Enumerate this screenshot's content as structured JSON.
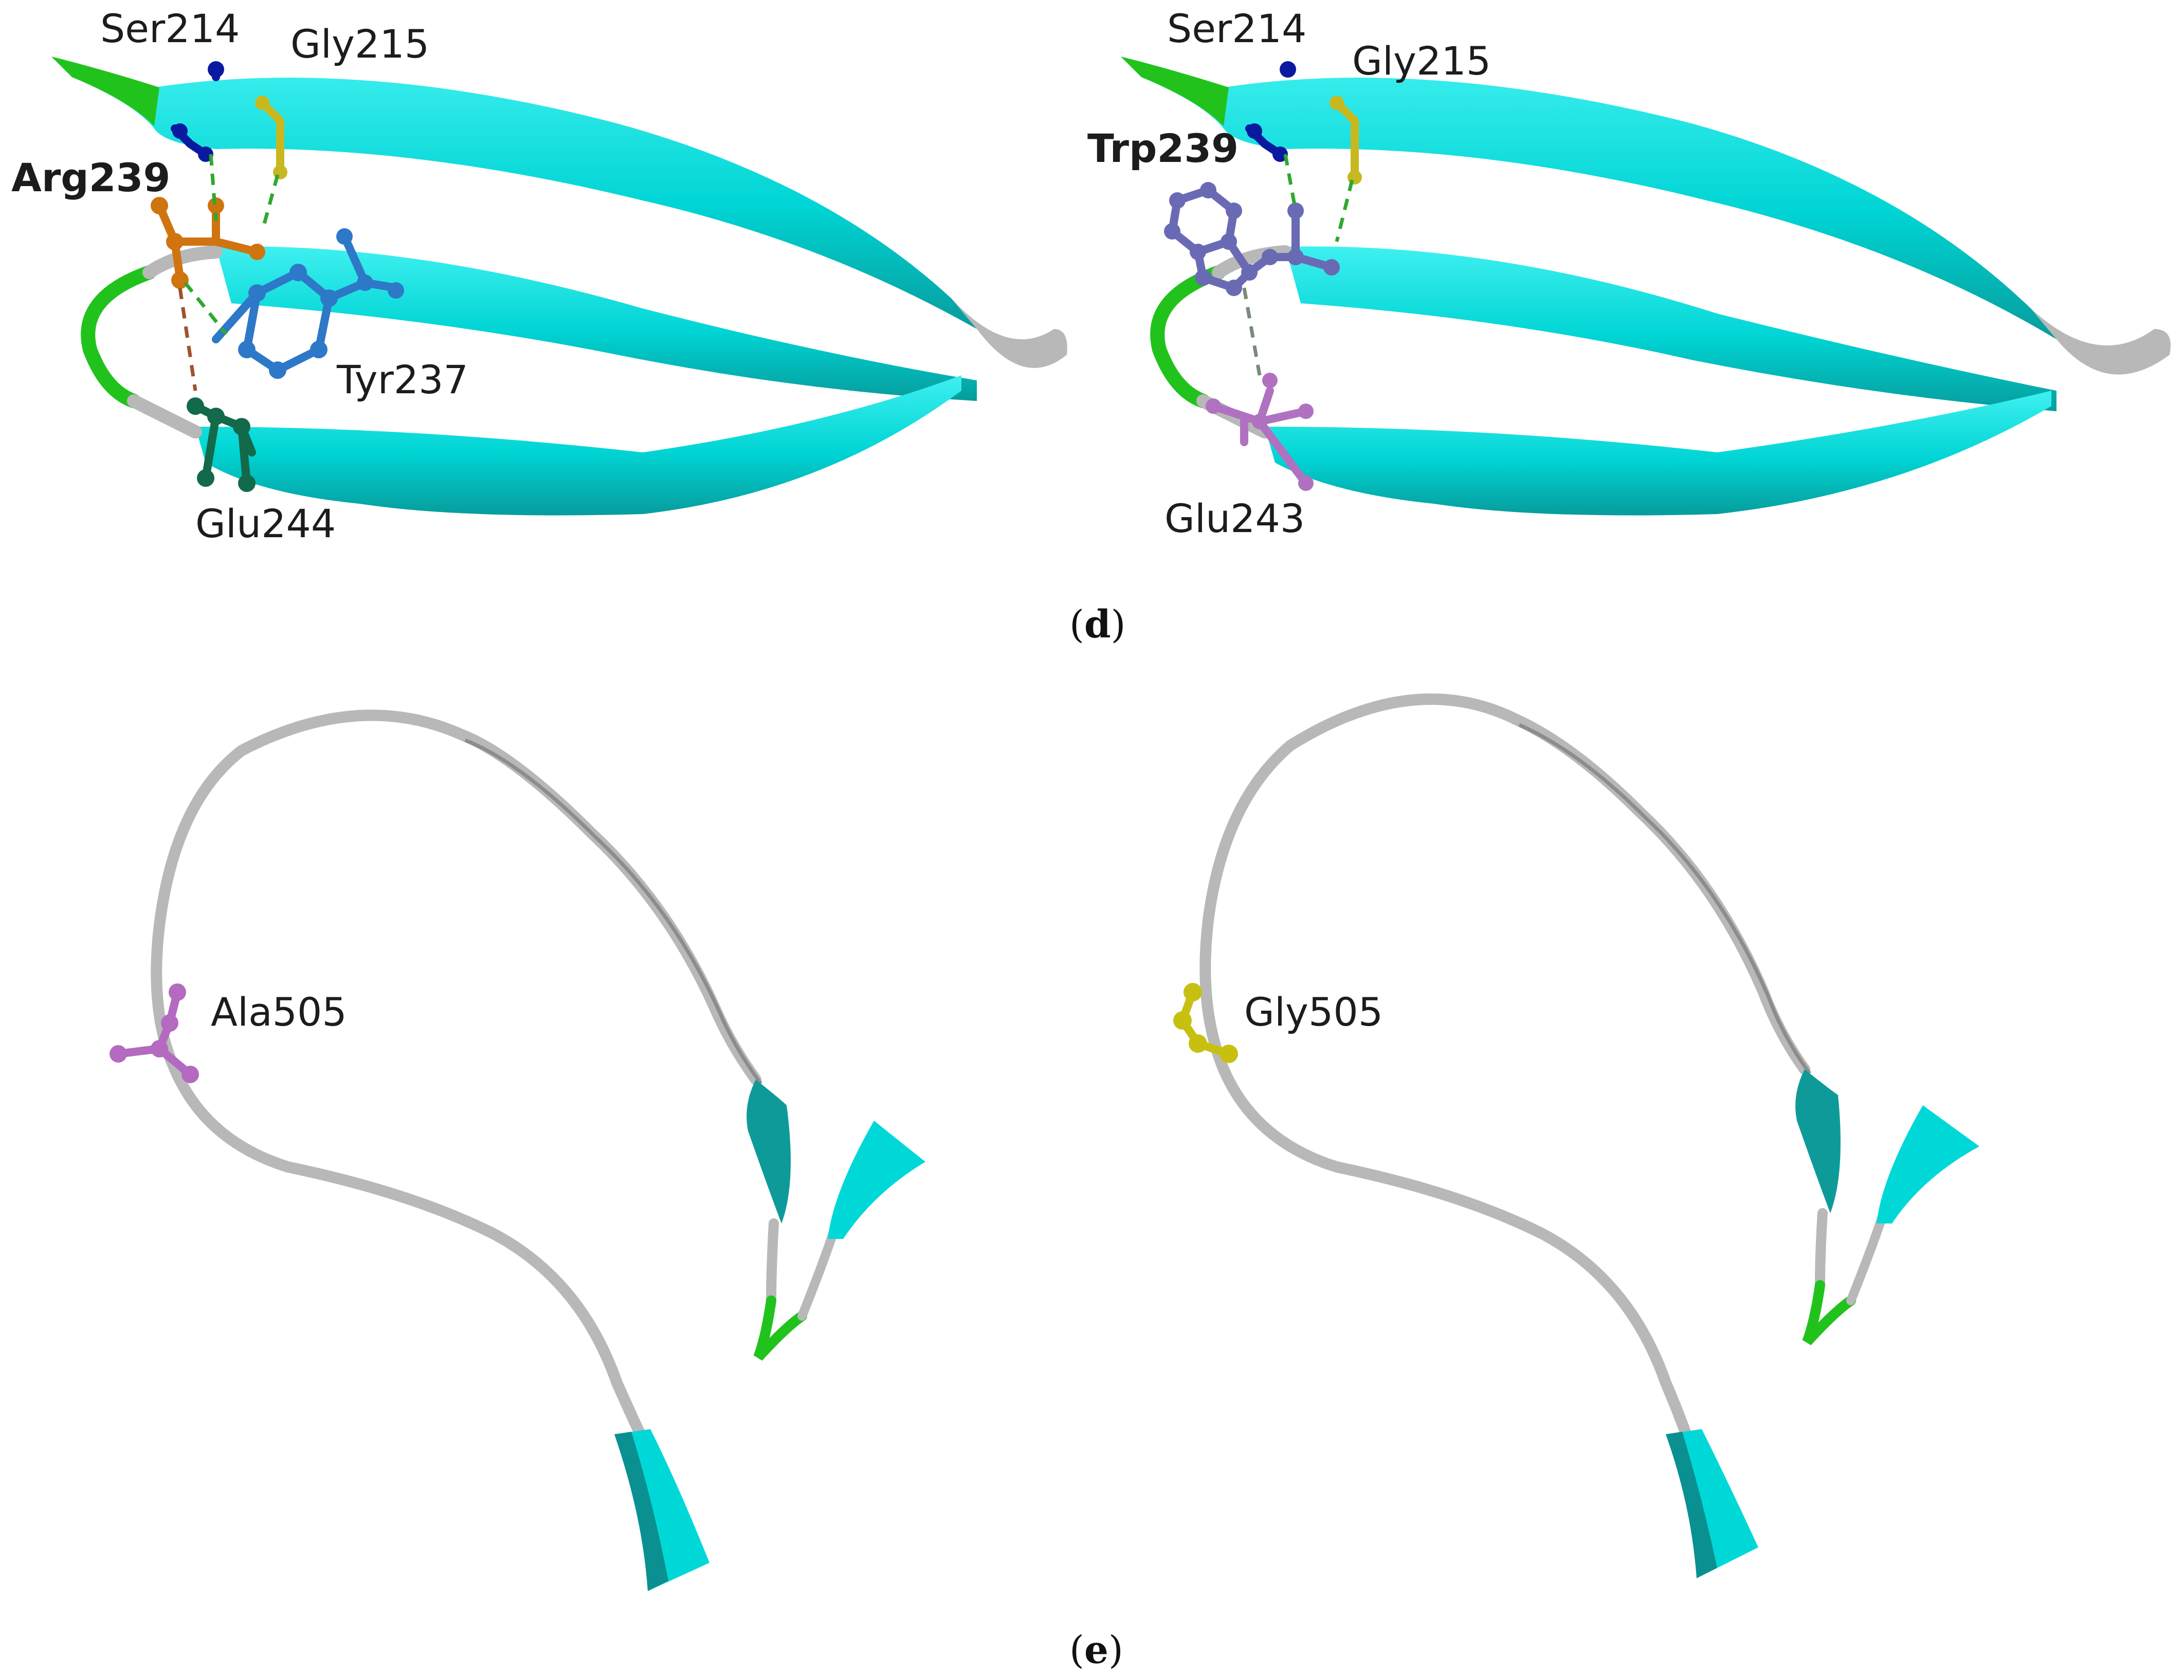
{
  "panel_d": {
    "caption_open": "(",
    "caption_letter": "d",
    "caption_close": ")",
    "wildtype": {
      "ser": "Ser214",
      "gly": "Gly215",
      "mutant_site": "Arg239",
      "tyr": "Tyr237",
      "glu": "Glu244"
    },
    "variant": {
      "ser": "Ser214",
      "gly": "Gly215",
      "mutant_site": "Trp239",
      "glu": "Glu243"
    }
  },
  "panel_e": {
    "caption_open": "(",
    "caption_letter": "e",
    "caption_close": ")",
    "wildtype": {
      "residue": "Ala505"
    },
    "variant": {
      "residue": "Gly505"
    }
  },
  "colors": {
    "strand": "#00d8d8",
    "strand_dark": "#0aa0a0",
    "coil": "#b8b8b8",
    "turn": "#22c21c",
    "ser": "#0a1aa0",
    "gly": "#c8b820",
    "arg": "#d07410",
    "tyr": "#2e78c8",
    "glu244": "#136a4a",
    "trp": "#6a6ab4",
    "glu243": "#b072c0",
    "ala": "#b36ac0",
    "gly505": "#c8c010"
  }
}
